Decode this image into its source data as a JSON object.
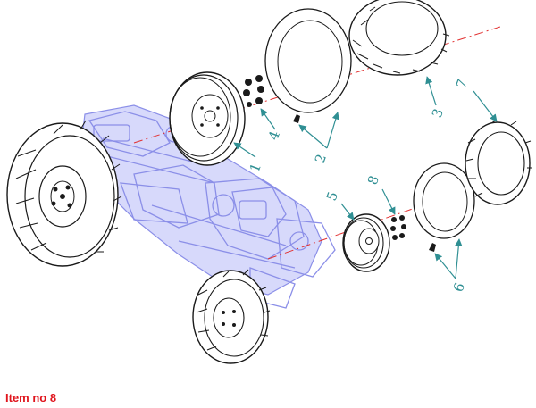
{
  "caption": "Item no 8",
  "callouts": [
    {
      "id": "1",
      "label": "1"
    },
    {
      "id": "2",
      "label": "2"
    },
    {
      "id": "3",
      "label": "3"
    },
    {
      "id": "4",
      "label": "4"
    },
    {
      "id": "5",
      "label": "5"
    },
    {
      "id": "6",
      "label": "6"
    },
    {
      "id": "7",
      "label": "7"
    },
    {
      "id": "8",
      "label": "8"
    }
  ],
  "colors": {
    "callout": "#2f8f93",
    "caption": "#e0141c",
    "tractor_ghost": "#8b8fe8",
    "axis_line": "#e23030",
    "part_outline": "#1a1a1a"
  }
}
